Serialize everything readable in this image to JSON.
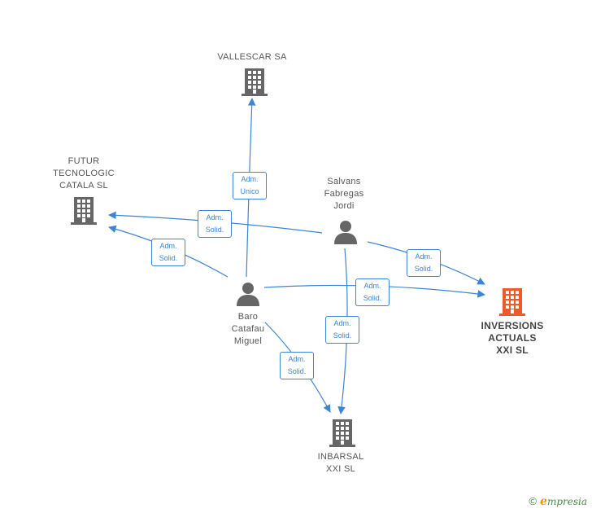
{
  "colors": {
    "edge": "#3c85d6",
    "company": "#666666",
    "company_main": "#f05a28",
    "person": "#666666"
  },
  "nodes": {
    "vallescar": {
      "label": "VALLESCAR SA",
      "icon": "building-icon"
    },
    "futur": {
      "label": "FUTUR\nTECNOLOGIC\nCATALA SL",
      "icon": "building-icon"
    },
    "salvans": {
      "label": "Salvans\nFabregas\nJordi",
      "icon": "person-icon"
    },
    "baro": {
      "label": "Baro\nCatafau\nMiguel",
      "icon": "person-icon"
    },
    "inversions": {
      "label": "INVERSIONS\nACTUALS\nXXI SL",
      "icon": "building-icon"
    },
    "inbarsal": {
      "label": "INBARSAL\nXXI SL",
      "icon": "building-icon"
    }
  },
  "edges": {
    "baro_vallescar": "Adm.\nUnico",
    "salvans_futur": "Adm.\nSolid.",
    "baro_futur": "Adm.\nSolid.",
    "salvans_inversions": "Adm.\nSolid.",
    "baro_inversions": "Adm.\nSolid.",
    "salvans_inbarsal": "Adm.\nSolid.",
    "baro_inbarsal": "Adm.\nSolid."
  },
  "footer": {
    "copyright": "©",
    "brand_initial": "e",
    "brand_rest": "mpresia"
  }
}
